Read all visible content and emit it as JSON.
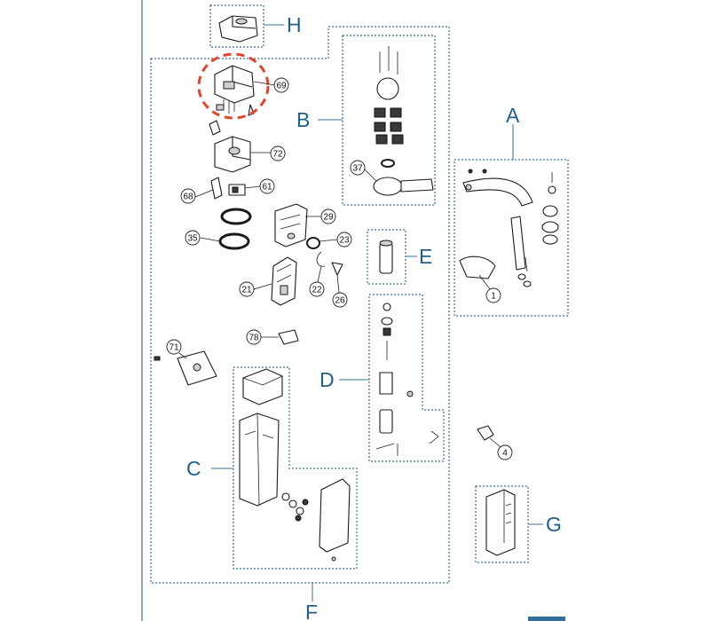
{
  "colors": {
    "frame": "#3b6f96",
    "label": "#1f5f8e",
    "highlight": "#e0442a",
    "line": "#1a1a1a"
  },
  "groups": {
    "A": "A",
    "B": "B",
    "C": "C",
    "D": "D",
    "E": "E",
    "F": "F",
    "G": "G",
    "H": "H"
  },
  "callouts": {
    "c69": "69",
    "c72": "72",
    "c61": "61",
    "c68": "68",
    "c29": "29",
    "c35": "35",
    "c23": "23",
    "c21": "21",
    "c22": "22",
    "c26": "26",
    "c37": "37",
    "c1": "1",
    "c78": "78",
    "c71": "71",
    "c4": "4"
  },
  "highlight": {
    "shape": "dashed-circle",
    "target": "69"
  }
}
